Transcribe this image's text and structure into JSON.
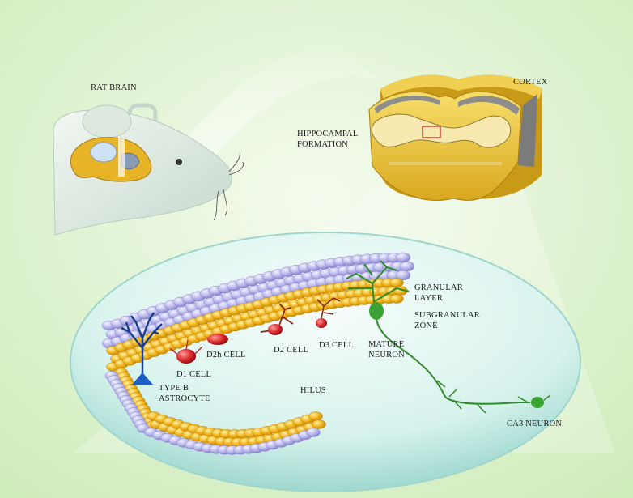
{
  "labels": {
    "rat_brain": "RAT BRAIN",
    "cortex": "CORTEX",
    "hippocampal_line1": "HIPPOCAMPAL",
    "hippocampal_line2": "FORMATION",
    "granular_line1": "GRANULAR",
    "granular_line2": "LAYER",
    "subgranular_line1": "SUBGRANULAR",
    "subgranular_line2": "ZONE",
    "mature_line1": "MATURE",
    "mature_line2": "NEURON",
    "d1": "D1 CELL",
    "d2h": "D2h CELL",
    "d2": "D2 CELL",
    "d3": "D3 CELL",
    "type_b_line1": "TYPE B",
    "type_b_line2": "ASTROCYTE",
    "hilus": "HILUS",
    "ca3": "CA3 NEURON"
  },
  "colors": {
    "background": "#e4f5d6",
    "granule_cell": "#f1b51c",
    "outer_cell": "#b7b4ea",
    "progenitor": "#d8262b",
    "mature_neuron": "#3aa232",
    "astrocyte": "#1c5fc4",
    "coronal_slice": "#e9c43a"
  },
  "icons": [
    "rat-head-icon",
    "rat-brain-icon",
    "coronal-slice-icon",
    "neuron-icon",
    "astrocyte-icon"
  ]
}
